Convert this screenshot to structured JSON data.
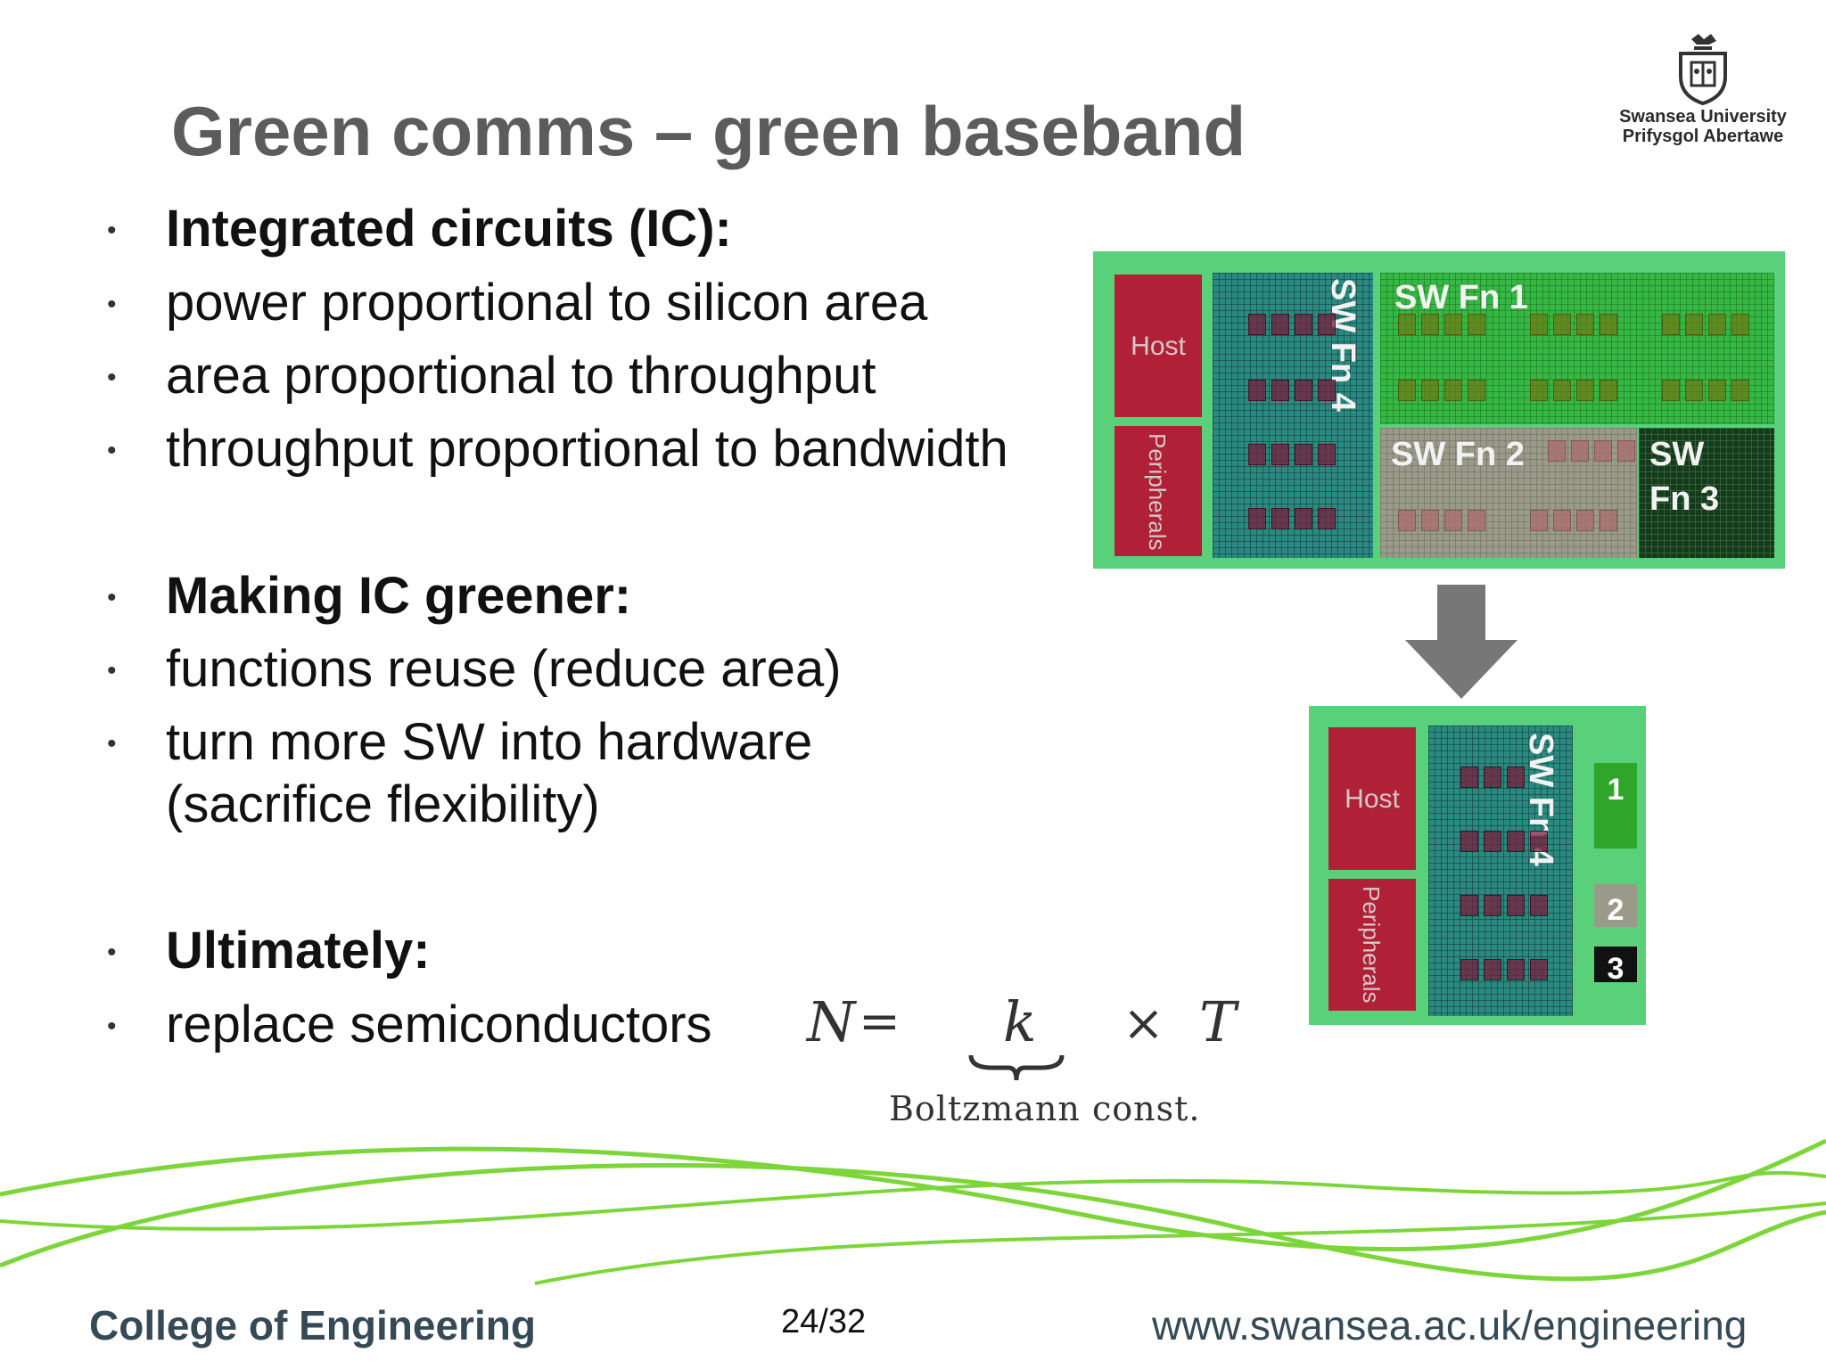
{
  "slide": {
    "title": "Green comms – green baseband",
    "page_number": "24/32"
  },
  "logo": {
    "line1": "Swansea University",
    "line2": "Prifysgol Abertawe",
    "icon": "university-crest-icon"
  },
  "bullets": [
    {
      "text": "Integrated circuits (IC):",
      "bold": true
    },
    {
      "text": "power proportional to silicon area",
      "bold": false
    },
    {
      "text": "area proportional to throughput",
      "bold": false
    },
    {
      "text": "throughput proportional to bandwidth",
      "bold": false
    },
    {
      "text": "Making IC greener:",
      "bold": true
    },
    {
      "text": "functions reuse (reduce area)",
      "bold": false
    },
    {
      "text": "turn more SW into hardware",
      "bold": false
    },
    {
      "text": "(sacrifice flexibility)",
      "bold": false
    },
    {
      "text": "Ultimately:",
      "bold": true
    },
    {
      "text": "replace semiconductors",
      "bold": false
    }
  ],
  "equation": {
    "lhs": "N",
    "equals": "=",
    "k": "k",
    "times": "×",
    "T": "T",
    "underbrace_label": "Boltzmann const."
  },
  "diagram_top": {
    "host": "Host",
    "peripherals": "Peripherals",
    "sw_fn_4": "SW Fn 4",
    "sw_fn_1": "SW Fn 1",
    "sw_fn_2": "SW Fn 2",
    "sw_fn_3_line1": "SW",
    "sw_fn_3_line2": "Fn 3"
  },
  "diagram_bottom": {
    "host": "Host",
    "peripherals": "Peripherals",
    "sw_fn_4": "SW Fn 4",
    "box1": "1",
    "box2": "2",
    "box3": "3"
  },
  "colors": {
    "chip_background": "#58d17a",
    "host_red": "#b02137",
    "swoosh_green": "#7cd63a",
    "arrow_gray": "#777777"
  },
  "footer": {
    "college": "College of Engineering",
    "url": "www.swansea.ac.uk/engineering"
  }
}
